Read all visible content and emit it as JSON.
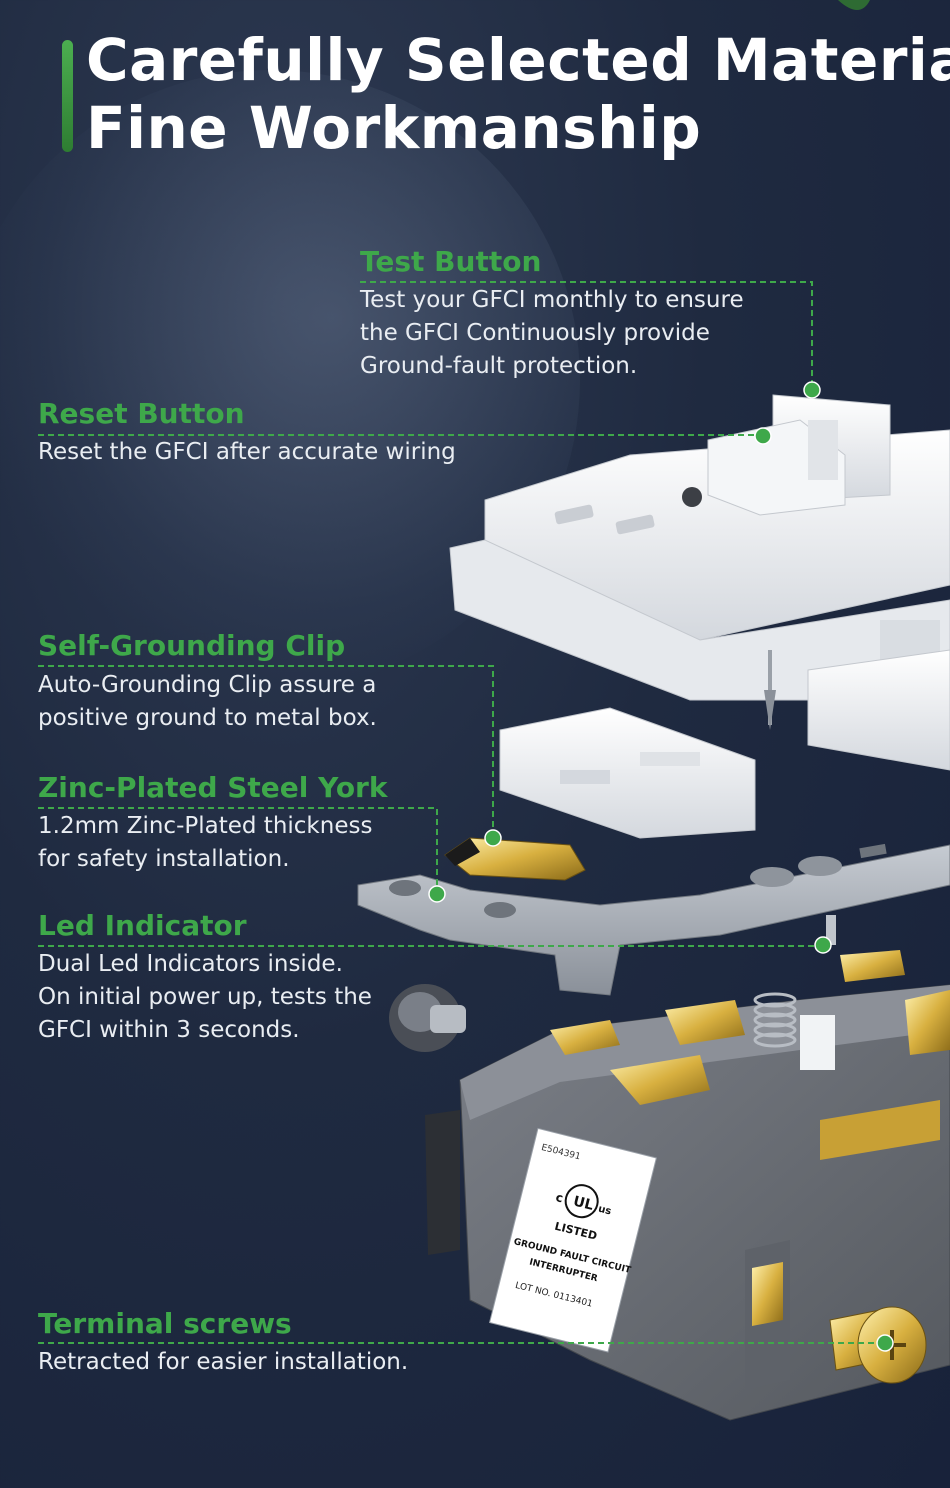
{
  "title_lines": [
    "Carefully Selected Material",
    "Fine Workmanship"
  ],
  "features": [
    {
      "title": "Test Button",
      "lines": [
        "Test your GFCI monthly to ensure",
        "the GFCI Continuously provide",
        "Ground-fault protection."
      ]
    },
    {
      "title": "Reset Button",
      "lines": [
        "Reset the GFCI after accurate wiring"
      ]
    },
    {
      "title": "Self-Grounding Clip",
      "lines": [
        "Auto-Grounding Clip assure a",
        "positive ground to metal box."
      ]
    },
    {
      "title": "Zinc-Plated Steel York",
      "lines": [
        "1.2mm Zinc-Plated thickness",
        "for  safety installation."
      ]
    },
    {
      "title": "Led Indicator",
      "lines": [
        "Dual Led Indicators inside.",
        "On initial power up, tests the",
        "GFCI within 3 seconds."
      ]
    },
    {
      "title": "Terminal screws",
      "lines": [
        "Retracted for easier installation."
      ]
    }
  ],
  "label": {
    "code": "E504391",
    "c": "c",
    "ul": "UL",
    "us": "us",
    "listed": "LISTED",
    "line1": "GROUND FAULT CIRCUIT",
    "line2": "INTERRUPTER",
    "lot": "LOT NO. 0113401"
  },
  "colors": {
    "accent": "#3ea84a",
    "background": "#1f2a40",
    "text": "#e9edf2"
  }
}
